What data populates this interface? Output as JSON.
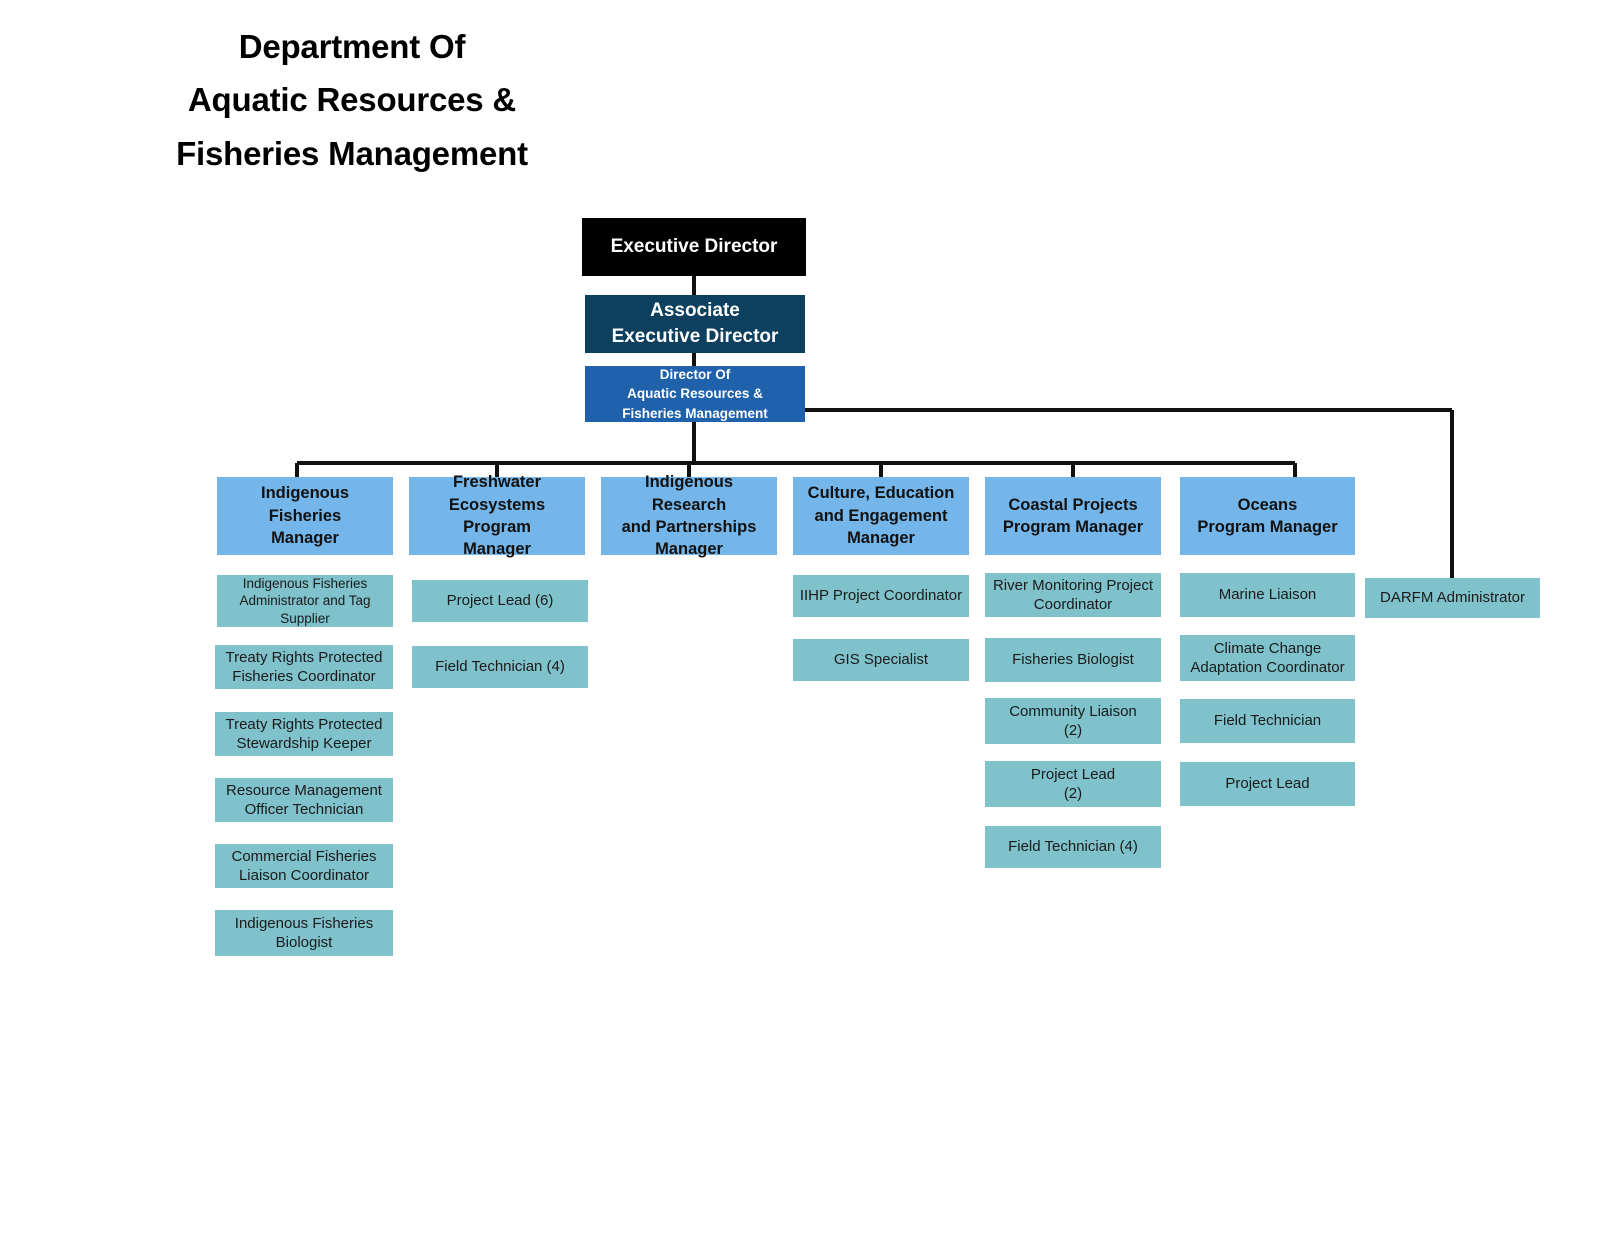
{
  "title": "Department Of\nAquatic Resources &\nFisheries Management",
  "colors": {
    "executive": "#000000",
    "associate": "#0d3f5e",
    "director": "#1f62ab",
    "manager": "#74b6ea",
    "staff": "#7fc2cc",
    "connector": "#111111",
    "background": "#ffffff"
  },
  "chart_data": {
    "type": "diagram",
    "title": "Department Of Aquatic Resources & Fisheries Management",
    "diagram_kind": "organizational-chart",
    "levels": [
      "executive",
      "associate",
      "director",
      "manager",
      "staff"
    ],
    "nodes": {
      "executive": {
        "label": "Executive Director"
      },
      "associate": {
        "label": "Associate\nExecutive Director"
      },
      "director": {
        "label": "Director Of\nAquatic Resources &\nFisheries Management"
      },
      "direct_report": {
        "label": "DARFM Administrator"
      }
    },
    "branches": [
      {
        "manager": "Indigenous Fisheries\nManager",
        "staff": [
          "Indigenous Fisheries\nAdministrator and Tag\nSupplier",
          "Treaty Rights Protected\nFisheries Coordinator",
          "Treaty Rights Protected\nStewardship Keeper",
          "Resource Management\nOfficer Technician",
          "Commercial Fisheries\nLiaison Coordinator",
          "Indigenous Fisheries\nBiologist"
        ]
      },
      {
        "manager": "Freshwater\nEcosystems Program\nManager",
        "staff": [
          "Project Lead (6)",
          "Field Technician (4)"
        ]
      },
      {
        "manager": "Indigenous Research\nand Partnerships\nManager",
        "staff": []
      },
      {
        "manager": "Culture, Education\nand Engagement\nManager",
        "staff": [
          "IIHP Project Coordinator",
          "GIS Specialist"
        ]
      },
      {
        "manager": "Coastal Projects\nProgram Manager",
        "staff": [
          "River Monitoring Project\nCoordinator",
          "Fisheries Biologist",
          "Community Liaison\n(2)",
          "Project Lead\n(2)",
          "Field Technician (4)"
        ]
      },
      {
        "manager": "Oceans\nProgram Manager",
        "staff": [
          "Marine Liaison",
          "Climate Change\nAdaptation Coordinator",
          "Field Technician",
          "Project Lead"
        ]
      }
    ]
  }
}
